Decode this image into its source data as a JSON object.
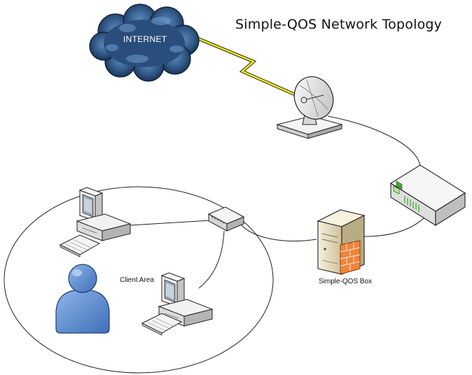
{
  "title": "Simple-QOS Network Topology",
  "nodes": {
    "internet": {
      "label": "INTERNET",
      "icon": "cloud-icon"
    },
    "satellite": {
      "icon": "satellite-dish-icon"
    },
    "modem": {
      "icon": "modem-icon"
    },
    "qos_box": {
      "label": "Simple-QOS Box",
      "icon": "server-firewall-icon"
    },
    "switch": {
      "icon": "network-switch-icon"
    },
    "workstation_1": {
      "icon": "desktop-computer-icon"
    },
    "workstation_2": {
      "icon": "desktop-computer-icon"
    },
    "user": {
      "icon": "user-icon"
    }
  },
  "client_area": {
    "label": "Client Area"
  },
  "links": [
    {
      "from": "internet",
      "to": "satellite",
      "style": "lightning"
    },
    {
      "from": "satellite",
      "to": "modem",
      "style": "curve"
    },
    {
      "from": "modem",
      "to": "qos_box",
      "style": "curve"
    },
    {
      "from": "qos_box",
      "to": "switch",
      "style": "curve"
    },
    {
      "from": "switch",
      "to": "workstation_1",
      "style": "line"
    },
    {
      "from": "switch",
      "to": "workstation_2",
      "style": "curve"
    }
  ],
  "colors": {
    "cloud_dark": "#1c3a5e",
    "cloud_light": "#4f7cae",
    "lightning": "#f4ec12",
    "user": "#5b8bd0",
    "firewall": "#f0843c",
    "server": "#e9dfc2",
    "modem_led": "#3fae2a"
  }
}
